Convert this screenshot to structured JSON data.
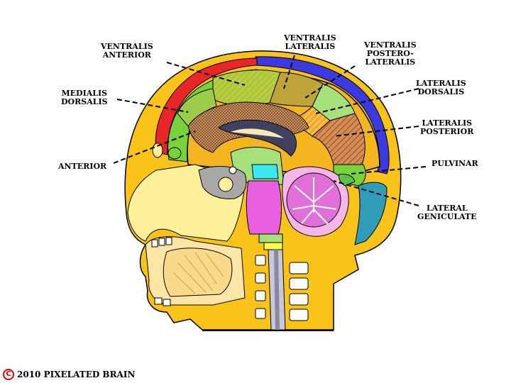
{
  "labels": {
    "ventralis_anterior": [
      "VENTRALIS",
      "ANTERIOR"
    ],
    "ventralis_lateralis": [
      "VENTRALIS",
      "LATERALIS"
    ],
    "ventralis_posterolateralis": [
      "VENTRALIS",
      "POSTERO-",
      "LATERALIS"
    ],
    "medialis_dorsalis": [
      "MEDIALIS",
      "DORSALIS"
    ],
    "lateralis_dorsalis": [
      "LATERALIS",
      "DORSALIS"
    ],
    "lateralis_posterior": [
      "LATERALIS",
      "POSTERIOR"
    ],
    "anterior": [
      "ANTERIOR"
    ],
    "pulvinar": [
      "PULVINAR"
    ],
    "lateral_geniculate": [
      "LATERAL",
      "GENICULATE"
    ]
  },
  "copyright": {
    "symbol": "C",
    "text": "2010  PIXELATED BRAIN"
  },
  "colors": {
    "skin": "#f9c31a",
    "scalp_blue": "#3a3ae0",
    "red_region": "#e8262a",
    "green": "#77d23c",
    "olive": "#bfa43a",
    "brown": "#9c6b3c",
    "pink": "#e06ad6",
    "cyan": "#3ce8f0",
    "teal": "#2f9db8",
    "face_yellow": "#fff19a"
  }
}
